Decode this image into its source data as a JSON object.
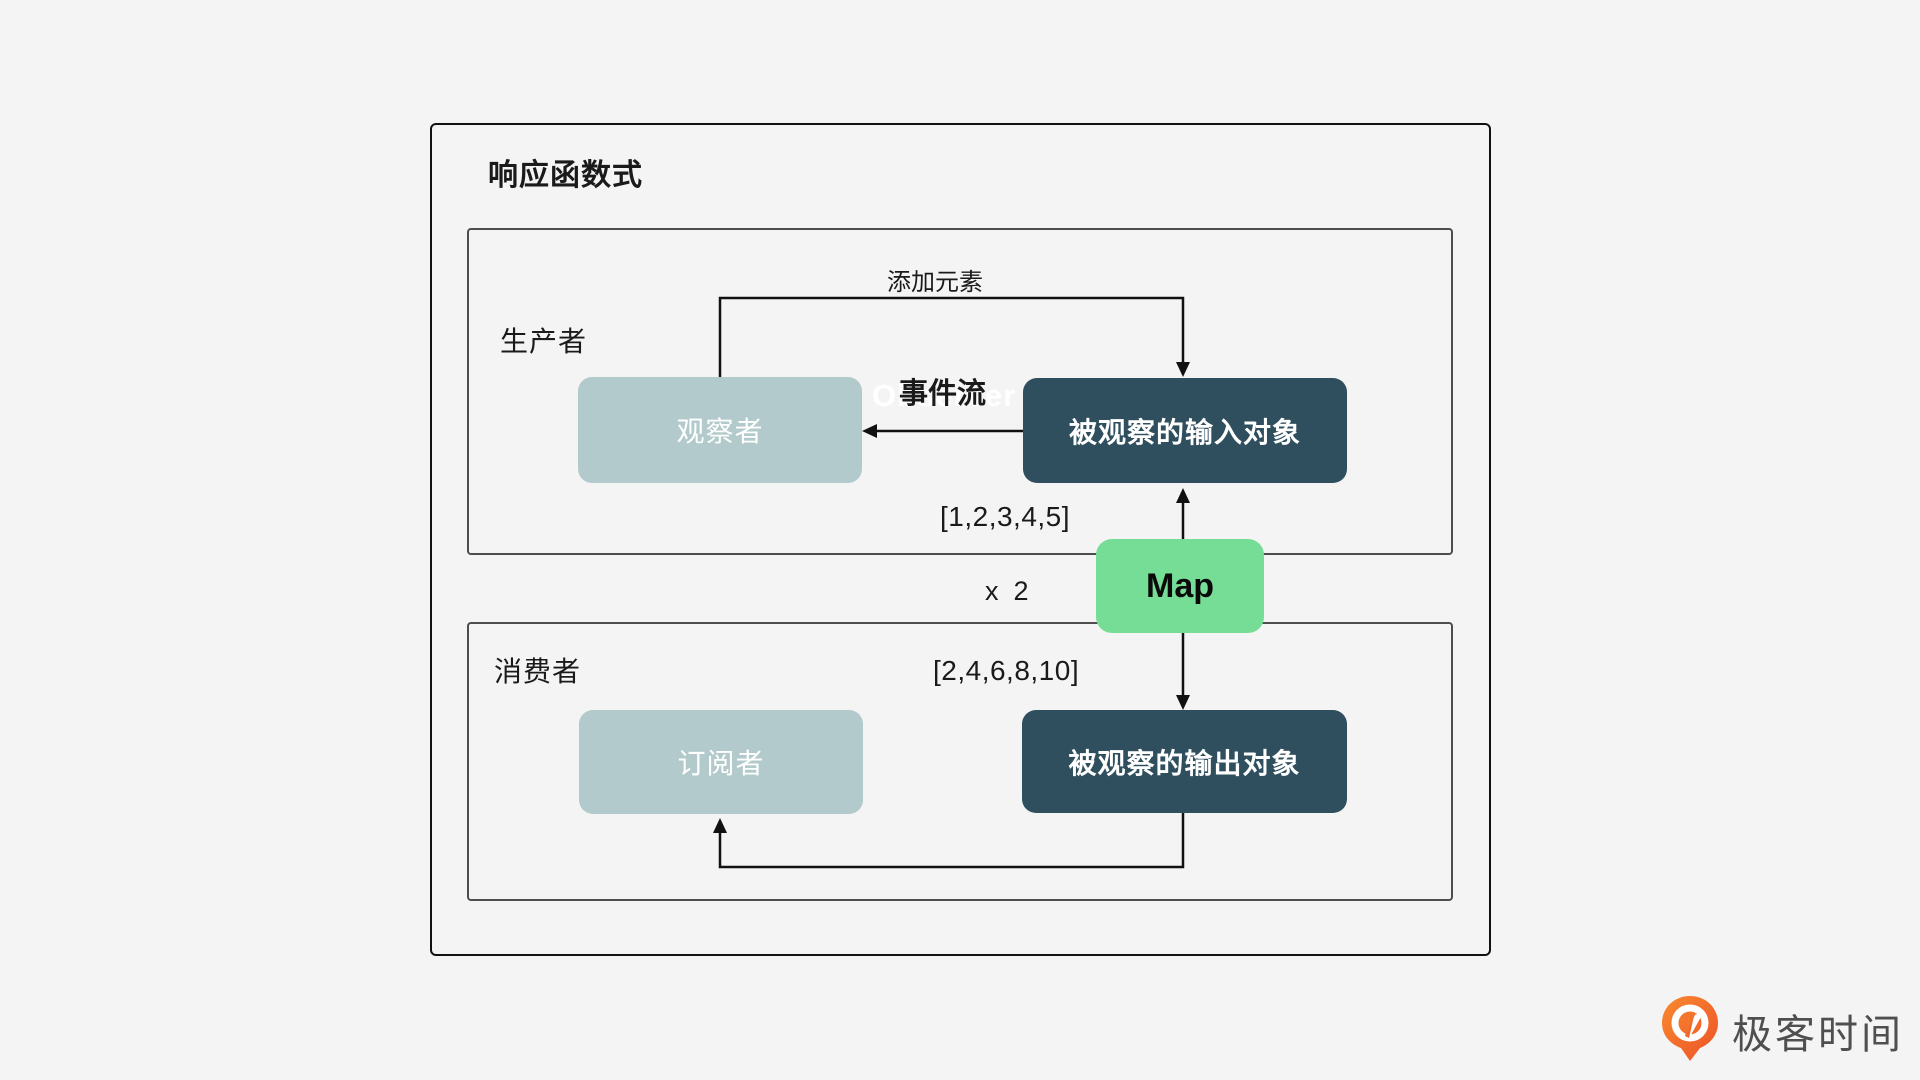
{
  "diagram": {
    "title": "响应函数式",
    "producer": {
      "label": "生产者",
      "observer_label": "观察者",
      "input_label": "被观察的输入对象",
      "add_element_label": "添加元素",
      "event_stream_label": "事件流",
      "watermark_text": "Observer",
      "input_list": "[1,2,3,4,5]"
    },
    "map": {
      "label": "Map",
      "operation": "x  2"
    },
    "consumer": {
      "label": "消费者",
      "subscriber_label": "订阅者",
      "output_label": "被观察的输出对象",
      "output_list": "[2,4,6,8,10]"
    },
    "colors": {
      "background": "#f3f4f3",
      "node_light": "#b2cacb",
      "node_dark": "#2f4f5e",
      "map_green": "#76dd96",
      "line": "#111111",
      "brand_orange": "#f1662d"
    }
  },
  "footer": {
    "brand": "极客时间"
  }
}
